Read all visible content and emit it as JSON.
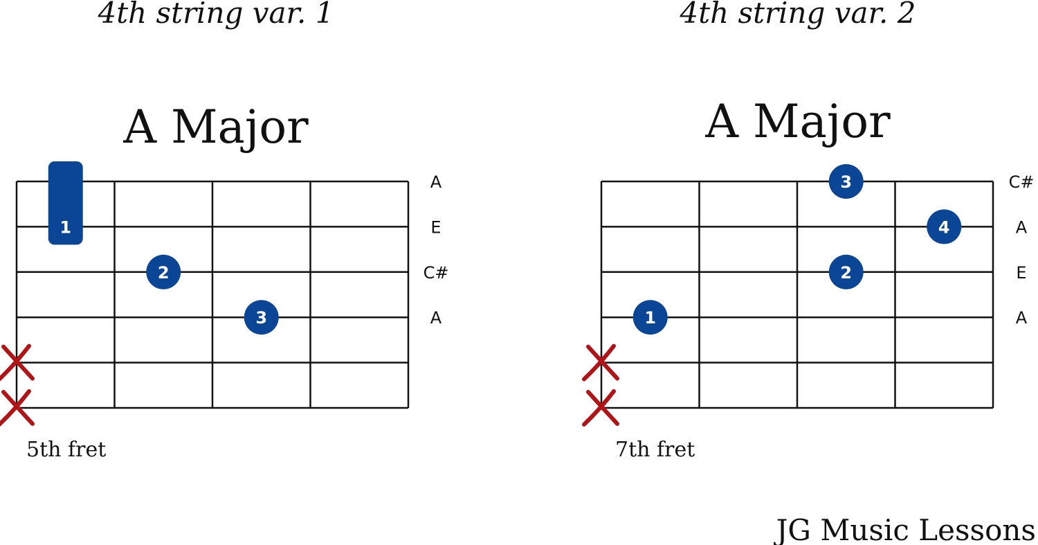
{
  "diagrams": [
    {
      "subtitle": "4th string var. 1",
      "chord_name": "A Major",
      "fret_label": "5th fret",
      "string_notes": [
        "A",
        "E",
        "C#",
        "A",
        "",
        ""
      ],
      "muted_strings": [
        4,
        5
      ],
      "fingers": [
        {
          "number": "1",
          "string": 1,
          "fret": 1,
          "barre_from_string": 0
        },
        {
          "number": "2",
          "string": 2,
          "fret": 2
        },
        {
          "number": "3",
          "string": 3,
          "fret": 3
        }
      ]
    },
    {
      "subtitle": "4th string var. 2",
      "chord_name": "A Major",
      "fret_label": "7th fret",
      "string_notes": [
        "C#",
        "A",
        "E",
        "A",
        "",
        ""
      ],
      "muted_strings": [
        4,
        5
      ],
      "fingers": [
        {
          "number": "3",
          "string": 0,
          "fret": 3
        },
        {
          "number": "4",
          "string": 1,
          "fret": 4
        },
        {
          "number": "2",
          "string": 2,
          "fret": 3
        },
        {
          "number": "1",
          "string": 3,
          "fret": 1
        }
      ]
    }
  ],
  "brand": "JG Music Lessons",
  "colors": {
    "finger_fill": "#0a4596",
    "mute_mark": "#b01417",
    "lines": "#111111"
  }
}
